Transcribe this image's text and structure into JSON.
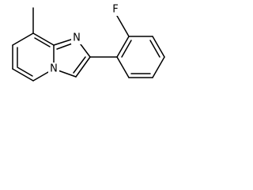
{
  "molecule": {
    "atoms": {
      "fluorine": "F",
      "imidazole_nitrogen": "N",
      "bridgehead_nitrogen": "N"
    }
  },
  "colors": {
    "bond": "#000000",
    "background": "#ffffff"
  }
}
